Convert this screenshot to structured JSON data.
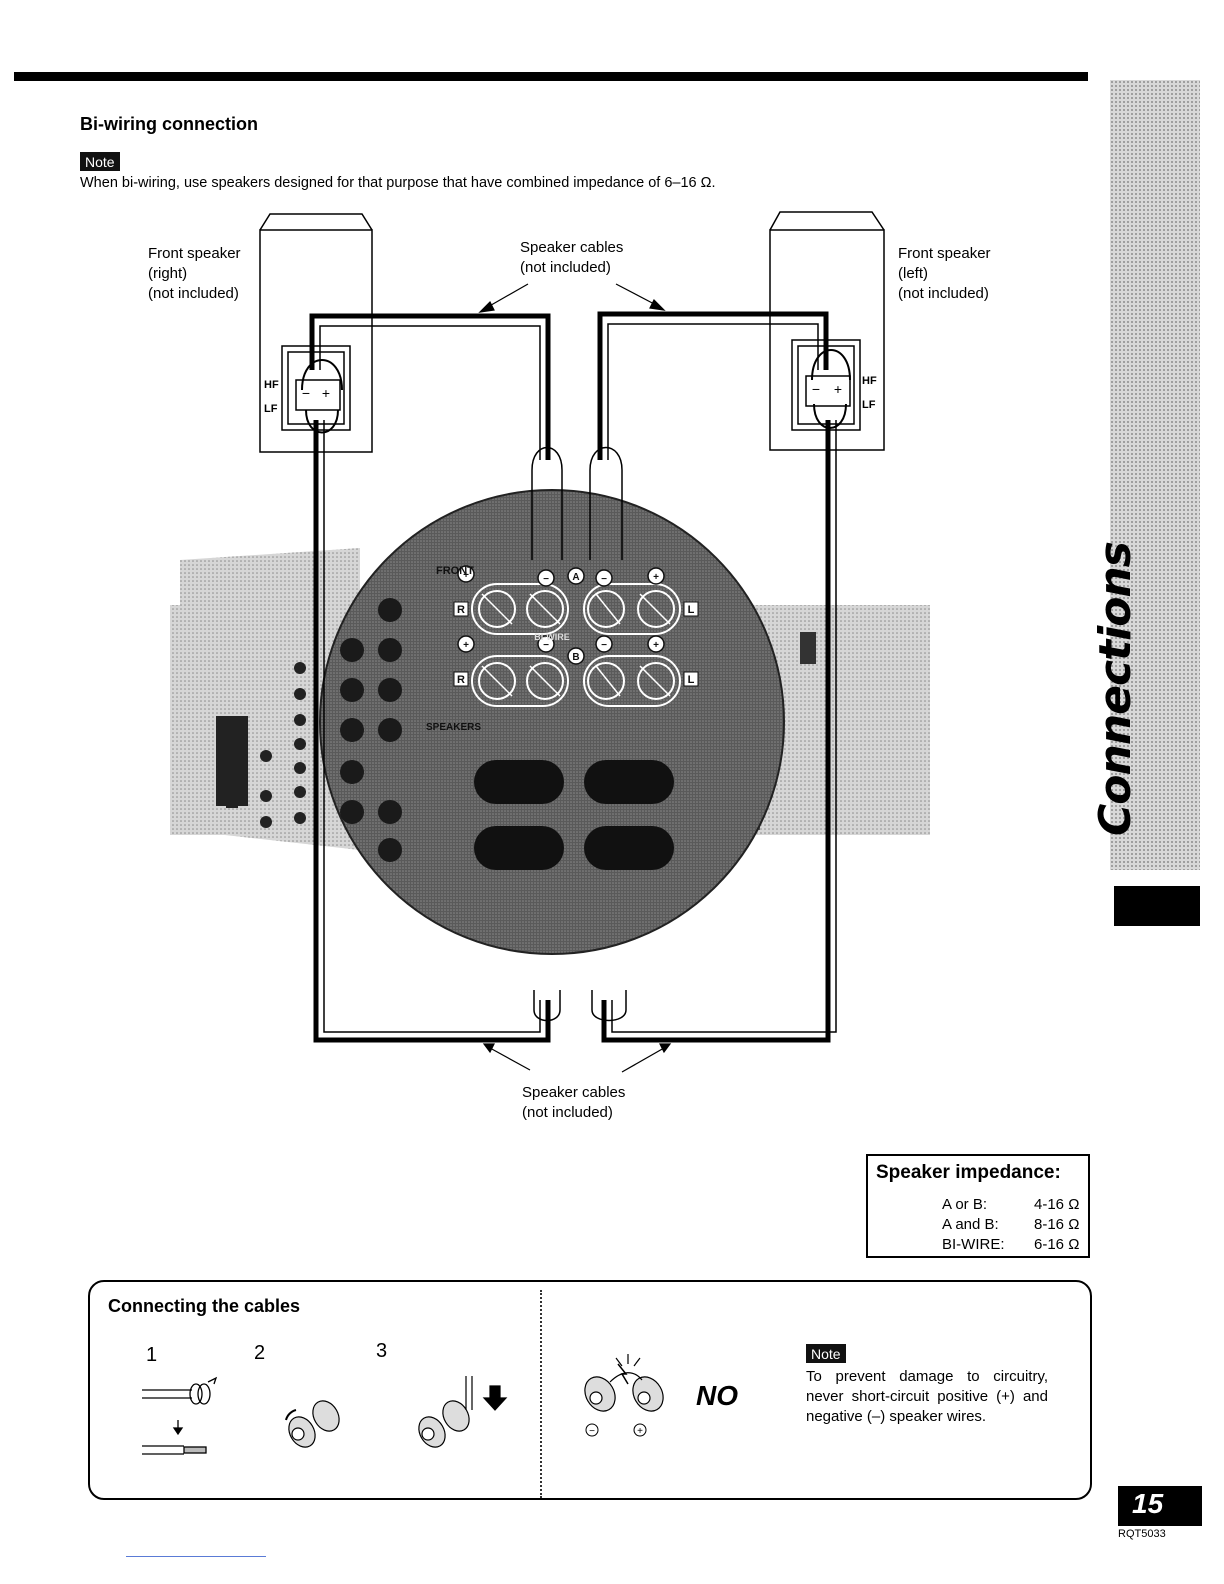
{
  "section": {
    "title": "Bi-wiring connection",
    "note_badge": "Note",
    "note_text": "When bi-wiring, use speakers designed for that purpose that have combined impedance of 6–16 Ω."
  },
  "diagram": {
    "left_speaker_label": [
      "Front speaker",
      "(right)",
      "(not included)"
    ],
    "right_speaker_label": [
      "Front speaker",
      "(left)",
      "(not included)"
    ],
    "top_cables_label": [
      "Speaker cables",
      "(not included)"
    ],
    "bottom_cables_label": [
      "Speaker cables",
      "(not included)"
    ],
    "terminal_hf": "HF",
    "terminal_lf": "LF",
    "panel_front": "FRONT",
    "panel_biwire": "BI-WIRE",
    "panel_speakers": "SPEAKERS",
    "panel_a": "A",
    "panel_b": "B",
    "panel_r": "R",
    "panel_l": "L"
  },
  "impedance": {
    "title": "Speaker impedance:",
    "rows": [
      {
        "label": "A or B:",
        "value": "4-16 Ω"
      },
      {
        "label": "A and B:",
        "value": "8-16 Ω"
      },
      {
        "label": "BI-WIRE:",
        "value": "6-16 Ω"
      }
    ]
  },
  "connecting": {
    "title": "Connecting the cables",
    "steps": [
      "1",
      "2",
      "3"
    ],
    "no_label": "NO",
    "note_badge": "Note",
    "note_text": "To prevent damage to circuitry, never short-circuit positive (+) and negative (–) speaker wires."
  },
  "side_tab": {
    "label": "Connections"
  },
  "footer": {
    "page_number": "15",
    "doc_code": "RQT5033"
  }
}
